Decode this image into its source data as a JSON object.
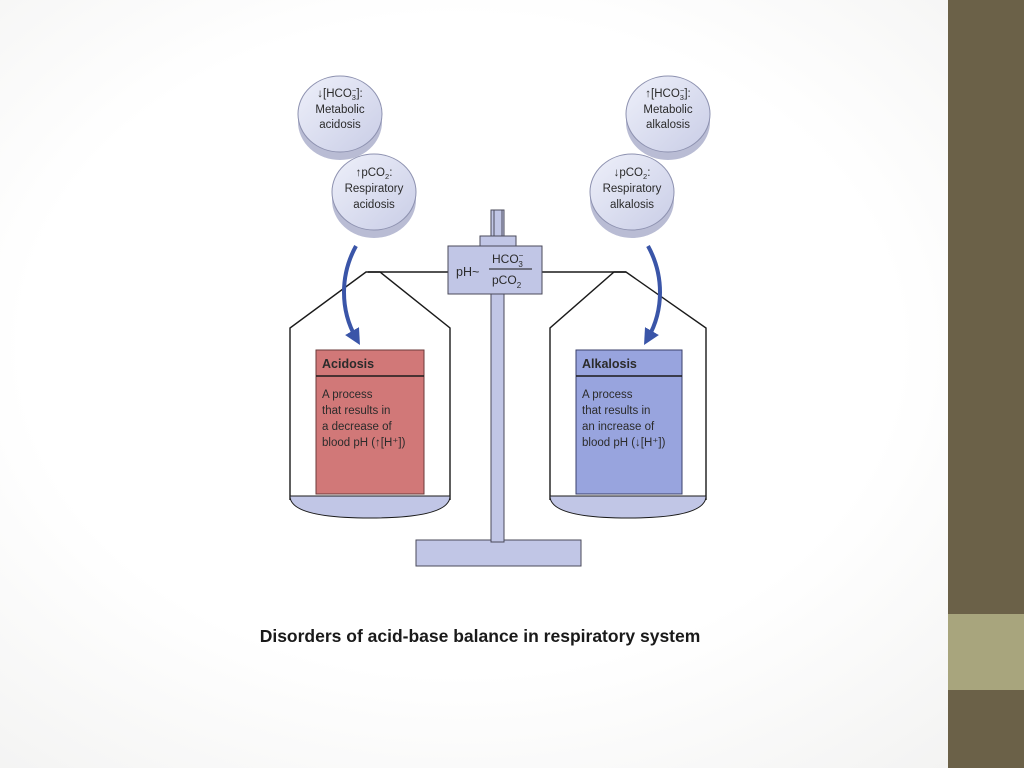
{
  "diagram": {
    "center_formula": {
      "prefix": "pH~",
      "numerator": "HCO",
      "numerator_sup": "−",
      "numerator_sub": "3",
      "denominator": "pCO",
      "denominator_sub": "2"
    },
    "discs": {
      "metabolic_acidosis": {
        "arrow": "↓",
        "line1": "[HCO",
        "line1_sub": "3",
        "line1_sup": "−",
        "line1_end": "]:",
        "line2": "Metabolic",
        "line3": "acidosis"
      },
      "respiratory_acidosis": {
        "arrow": "↑",
        "line1": "pCO",
        "line1_sub": "2",
        "line1_end": ":",
        "line2": "Respiratory",
        "line3": "acidosis"
      },
      "metabolic_alkalosis": {
        "arrow": "↑",
        "line1": "[HCO",
        "line1_sub": "3",
        "line1_sup": "−",
        "line1_end": "]:",
        "line2": "Metabolic",
        "line3": "alkalosis"
      },
      "respiratory_alkalosis": {
        "arrow": "↓",
        "line1": "pCO",
        "line1_sub": "2",
        "line1_end": ":",
        "line2": "Respiratory",
        "line3": "alkalosis"
      }
    },
    "acidosis_box": {
      "title": "Acidosis",
      "lines": [
        "A process",
        "that results in",
        "a decrease of",
        "blood pH (↑[H⁺])"
      ]
    },
    "alkalosis_box": {
      "title": "Alkalosis",
      "lines": [
        "A process",
        "that results in",
        "an increase of",
        "blood pH (↓[H⁺])"
      ]
    }
  },
  "caption": "Disorders of acid-base balance in respiratory system",
  "colors": {
    "accent_dark": "#6b6148",
    "accent_light": "#a8a57d",
    "acidosis_fill": "#d17878",
    "alkalosis_fill": "#98a4de",
    "scale_fill": "#c1c6e6",
    "arrow_blue": "#3a55a8",
    "disc_fill": "#d9dcef"
  }
}
